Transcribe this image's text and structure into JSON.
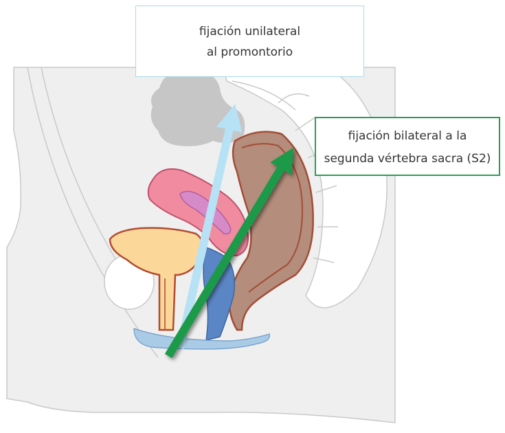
{
  "labels": {
    "unilateral": {
      "line1": "fijación unilateral",
      "line2": "al promontorio",
      "border_color": "#a9dbe8",
      "arrow_color": "#b7e1f4"
    },
    "bilateral": {
      "line1": "fijación bilateral a la",
      "line2": "segunda vértebra sacra (S2)",
      "border_color": "#2a9d55",
      "arrow_color": "#1f9a4a"
    }
  },
  "anatomy": {
    "organs": [
      "body-outline-icon",
      "pelvic-bone-icon",
      "sacrum-icon",
      "intestine-icon",
      "uterus-icon",
      "bladder-icon",
      "rectum-icon",
      "vagina-icon",
      "pelvic-floor-icon"
    ],
    "colors": {
      "body": "#eeeeee",
      "bone": "#ffffff",
      "intestine": "#c8c8c8",
      "uterus": "#f08ba0",
      "uterus_cavity": "#d78ac8",
      "bladder": "#fbd89a",
      "rectum": "#c3a08f",
      "vagina": "#5b86c5",
      "pelvic_floor": "#a9cbe6",
      "outline": "#b24a30"
    }
  }
}
